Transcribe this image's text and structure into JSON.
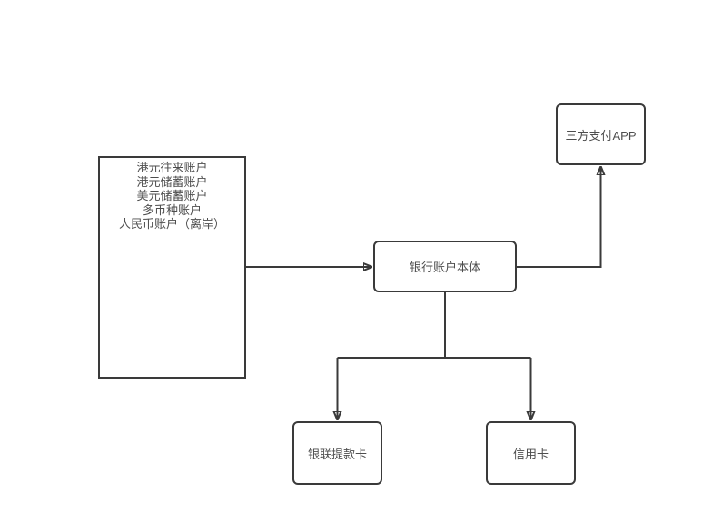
{
  "diagram": {
    "background_color": "#ffffff",
    "line_color": "#3a3a3a",
    "text_color": "#4d4d4d",
    "nodes": {
      "accounts": {
        "lines": [
          "港元往来账户",
          "港元储蓄账户",
          "美元储蓄账户",
          "多币种账户",
          "人民币账户（离岸）"
        ]
      },
      "bank_account": {
        "label": "银行账户本体"
      },
      "third_party_app": {
        "label": "三方支付APP"
      },
      "unionpay_card": {
        "label": "银联提款卡"
      },
      "credit_card": {
        "label": "信用卡"
      }
    },
    "edges": [
      {
        "from": "accounts",
        "to": "bank_account",
        "arrow": true
      },
      {
        "from": "bank_account",
        "to": "third_party_app",
        "arrow": true
      },
      {
        "from": "bank_account",
        "to": "unionpay_card",
        "arrow": true
      },
      {
        "from": "bank_account",
        "to": "credit_card",
        "arrow": true
      }
    ]
  }
}
